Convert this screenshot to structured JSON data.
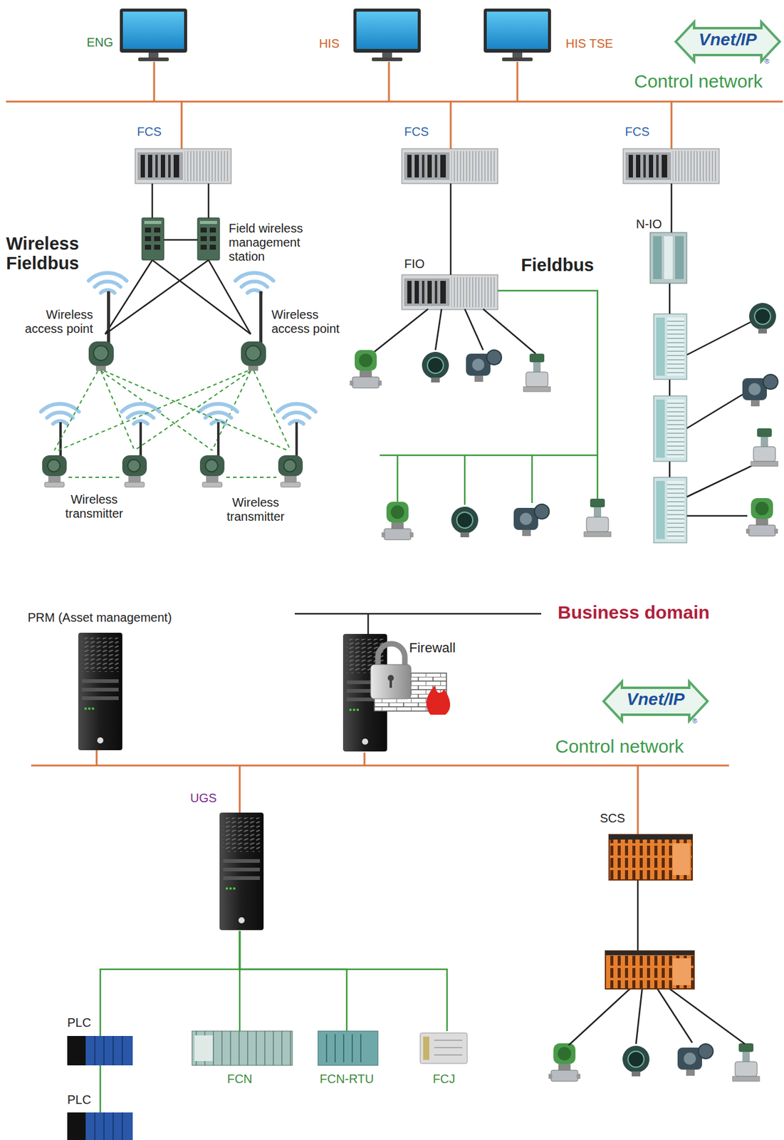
{
  "diagram": {
    "nodes": [
      {
        "text": [
          "ENG"
        ]
      },
      {
        "text": [
          "HIS"
        ]
      },
      {
        "text": [
          "HIS TSE"
        ]
      },
      {
        "text": [
          "FCS"
        ]
      },
      {
        "text": [
          "FCS"
        ]
      },
      {
        "text": [
          "FCS"
        ]
      },
      {
        "text": [
          "Field wireless management station"
        ]
      },
      {
        "text": [
          "Wireless access point"
        ]
      },
      {
        "text": [
          "Wireless access point"
        ]
      },
      {
        "text": [
          "Wireless transmitter"
        ]
      },
      {
        "text": [
          "Wireless transmitter"
        ]
      },
      {
        "text": [
          "FIO"
        ]
      },
      {
        "text": [
          "N-IO"
        ]
      },
      {
        "text": [
          "PRM (Asset management)"
        ]
      },
      {
        "text": [
          "Firewall"
        ]
      },
      {
        "text": [
          "UGS"
        ]
      },
      {
        "text": [
          "SCS"
        ]
      },
      {
        "text": [
          "PLC"
        ]
      },
      {
        "text": [
          "PLC"
        ]
      },
      {
        "text": [
          "FCN"
        ]
      },
      {
        "text": [
          "FCN-RTU"
        ]
      },
      {
        "text": [
          "FCJ"
        ]
      }
    ],
    "edges": [
      {
        "from": 3,
        "to": 6,
        "arrow": "none"
      },
      {
        "from": 6,
        "to": 7,
        "arrow": "none"
      },
      {
        "from": 6,
        "to": 8,
        "arrow": "none"
      },
      {
        "from": 7,
        "to": 9,
        "arrow": "none"
      },
      {
        "from": 8,
        "to": 9,
        "arrow": "none"
      },
      {
        "from": 7,
        "to": 10,
        "arrow": "none"
      },
      {
        "from": 8,
        "to": 10,
        "arrow": "none"
      },
      {
        "from": 4,
        "to": 11,
        "arrow": "none"
      },
      {
        "from": 5,
        "to": 12,
        "arrow": "none"
      },
      {
        "from": 15,
        "to": 17,
        "arrow": "none"
      },
      {
        "from": 17,
        "to": 18,
        "arrow": "none"
      },
      {
        "from": 15,
        "to": 19,
        "arrow": "none"
      },
      {
        "from": 15,
        "to": 20,
        "arrow": "none"
      },
      {
        "from": 15,
        "to": 21,
        "arrow": "none"
      }
    ],
    "labels": [
      "Vnet/IP",
      "®",
      "Control network",
      "Wireless Fieldbus",
      "Fieldbus",
      "Business domain",
      "Vnet/IP",
      "®",
      "Control network"
    ]
  }
}
